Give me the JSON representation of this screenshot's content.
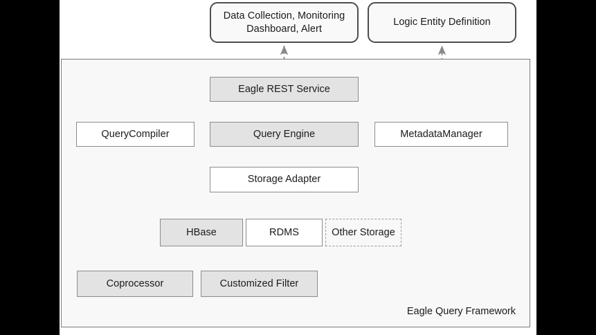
{
  "diagram": {
    "title": "Eagle Query Framework",
    "container_label": "Eagle Query Framework",
    "colors": {
      "canvas_background": "#ffffff",
      "letterbox": "#000000",
      "frame_background": "#f8f8f8",
      "frame_border": "#7a7a7a",
      "node_border": "#8c8c8c",
      "node_fill_grey": "#e3e3e3",
      "node_fill_white": "#ffffff",
      "rounded_border": "#4d4d4d",
      "rounded_fill": "#f9f9f9",
      "connector": "#808080",
      "text": "#1a1a1a"
    },
    "external_nodes": [
      {
        "id": "data-collection",
        "label_line1": "Data Collection, Monitoring",
        "label_line2": "Dashboard, Alert",
        "shape": "rounded-rect",
        "fill": "#f9f9f9"
      },
      {
        "id": "logic-entity",
        "label_line1": "Logic Entity Definition",
        "label_line2": "",
        "shape": "rounded-rect",
        "fill": "#f9f9f9"
      }
    ],
    "nodes": [
      {
        "id": "eagle-rest-service",
        "label": "Eagle REST Service",
        "fill": "grey"
      },
      {
        "id": "query-compiler",
        "label": "QueryCompiler",
        "fill": "white"
      },
      {
        "id": "query-engine",
        "label": "Query Engine",
        "fill": "grey"
      },
      {
        "id": "metadata-manager",
        "label": "MetadataManager",
        "fill": "white"
      },
      {
        "id": "storage-adapter",
        "label": "Storage Adapter",
        "fill": "white"
      },
      {
        "id": "hbase",
        "label": "HBase",
        "fill": "grey"
      },
      {
        "id": "rdms",
        "label": "RDMS",
        "fill": "white"
      },
      {
        "id": "other-storage",
        "label": "Other Storage",
        "fill": "dashed"
      },
      {
        "id": "coprocessor",
        "label": "Coprocessor",
        "fill": "grey"
      },
      {
        "id": "customized-filter",
        "label": "Customized Filter",
        "fill": "grey"
      }
    ],
    "edges": [
      {
        "from": "data-collection",
        "to": "eagle-rest-service",
        "style": "dashed",
        "arrows": "both"
      },
      {
        "from": "logic-entity",
        "to": "metadata-manager",
        "style": "dashed",
        "arrows": "both"
      },
      {
        "from": "eagle-rest-service",
        "to": "query-engine",
        "style": "solid",
        "arrows": "end"
      },
      {
        "from": "query-engine",
        "to": "query-compiler",
        "style": "solid",
        "arrows": "end"
      },
      {
        "from": "query-engine",
        "to": "metadata-manager",
        "style": "solid",
        "arrows": "end"
      },
      {
        "from": "query-engine",
        "to": "storage-adapter",
        "style": "solid",
        "arrows": "end"
      },
      {
        "from": "hbase",
        "to": "storage-adapter",
        "style": "dashed",
        "arrows": "end"
      },
      {
        "from": "rdms",
        "to": "storage-adapter",
        "style": "dashed",
        "arrows": "end"
      },
      {
        "from": "other-storage",
        "to": "storage-adapter",
        "style": "dashed",
        "arrows": "end"
      },
      {
        "from": "hbase",
        "to": "coprocessor",
        "style": "dashed",
        "arrows": "end"
      },
      {
        "from": "hbase",
        "to": "customized-filter",
        "style": "dashed",
        "arrows": "end"
      }
    ]
  }
}
